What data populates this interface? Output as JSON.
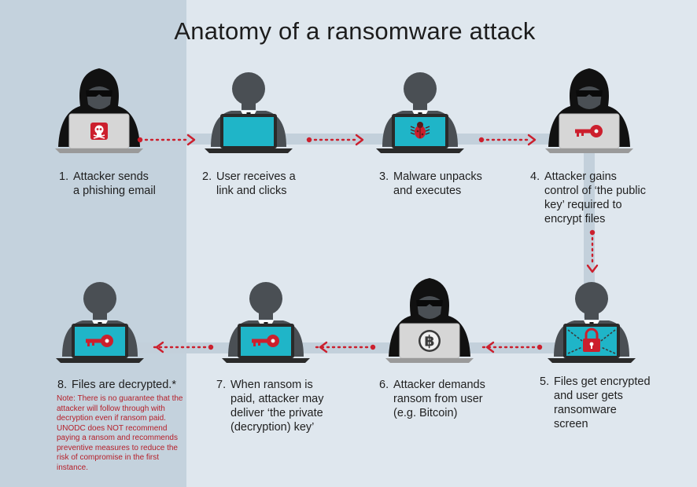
{
  "title": "Anatomy of a ransomware attack",
  "colors": {
    "background": "#dfe7ee",
    "left_panel": "#c4d2dd",
    "connector": "#c3d0db",
    "person": "#4a4f54",
    "hacker_body": "#111111",
    "screen": "#1fb5c8",
    "laptop_grey": "#d6d6d6",
    "accent_red": "#cc1f2d"
  },
  "steps": [
    {
      "num": "1.",
      "lines": [
        "Attacker sends",
        "a phishing email"
      ],
      "figure": "hacker",
      "screen_icon": "skull-icon"
    },
    {
      "num": "2.",
      "lines": [
        "User receives a",
        "link and clicks"
      ],
      "figure": "user",
      "screen_icon": "blank-screen"
    },
    {
      "num": "3.",
      "lines": [
        "Malware unpacks",
        "and executes"
      ],
      "figure": "user",
      "screen_icon": "bug-icon"
    },
    {
      "num": "4.",
      "lines": [
        "Attacker gains",
        "control of ‘the public",
        "key’ required to",
        "encrypt files"
      ],
      "figure": "hacker",
      "screen_icon": "key-icon"
    },
    {
      "num": "5.",
      "lines": [
        "Files get encrypted",
        "and user gets",
        "ransomware",
        "screen"
      ],
      "figure": "user",
      "screen_icon": "padlock-icon"
    },
    {
      "num": "6.",
      "lines": [
        "Attacker demands",
        "ransom from user",
        "(e.g. Bitcoin)"
      ],
      "figure": "hacker",
      "screen_icon": "bitcoin-icon"
    },
    {
      "num": "7.",
      "lines": [
        "When ransom is",
        "paid, attacker may",
        "deliver ‘the private",
        "(decryption) key’"
      ],
      "figure": "user",
      "screen_icon": "key-icon"
    },
    {
      "num": "8.",
      "lines": [
        "Files are decrypted.*"
      ],
      "figure": "user",
      "screen_icon": "key-icon"
    }
  ],
  "note": "Note: There is no guarantee that the attacker will follow through with decryption even if ransom paid. UNODC does NOT recommend paying a ransom and recommends preventive measures to reduce the risk of compromise in the first instance."
}
